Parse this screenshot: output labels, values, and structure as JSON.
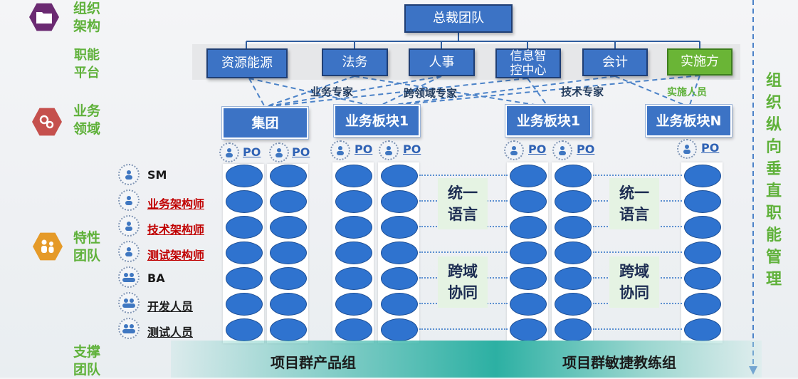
{
  "left_labels": {
    "org": [
      "组织",
      "架构"
    ],
    "platform": [
      "职能",
      "平台"
    ],
    "domain": [
      "业务",
      "领域"
    ],
    "feature": [
      "特性",
      "团队"
    ],
    "support": [
      "支撑",
      "团队"
    ]
  },
  "top_box": "总裁团队",
  "platform_boxes": [
    "资源能源",
    "法务",
    "人事",
    "信息智\n控中心",
    "会计",
    "实施方"
  ],
  "mid_labels": [
    "业务专家",
    "跨领域专家",
    "技术专家",
    "实施人员"
  ],
  "domain_boxes": [
    "集团",
    "业务板块1",
    "业务板块1",
    "业务板块N"
  ],
  "po_label": "PO",
  "roles": [
    "SM",
    "业务架构师",
    "技术架构师",
    "测试架构师",
    "BA",
    "开发人员",
    "测试人员"
  ],
  "concepts": {
    "unify": [
      "统一",
      "语言"
    ],
    "collab": [
      "跨域",
      "协同"
    ]
  },
  "bottom": [
    "项目群产品组",
    "项目群敏捷教练组"
  ],
  "vertical_label": [
    "组",
    "织",
    "纵",
    "向",
    "垂",
    "直",
    "职",
    "能",
    "管",
    "理"
  ],
  "colors": {
    "accent_green": "#5fb13a",
    "box_blue": "#3c73c5",
    "ellipse_blue": "#2f73cf",
    "role_red": "#c00000",
    "band_teal": "#2cb0a3"
  }
}
